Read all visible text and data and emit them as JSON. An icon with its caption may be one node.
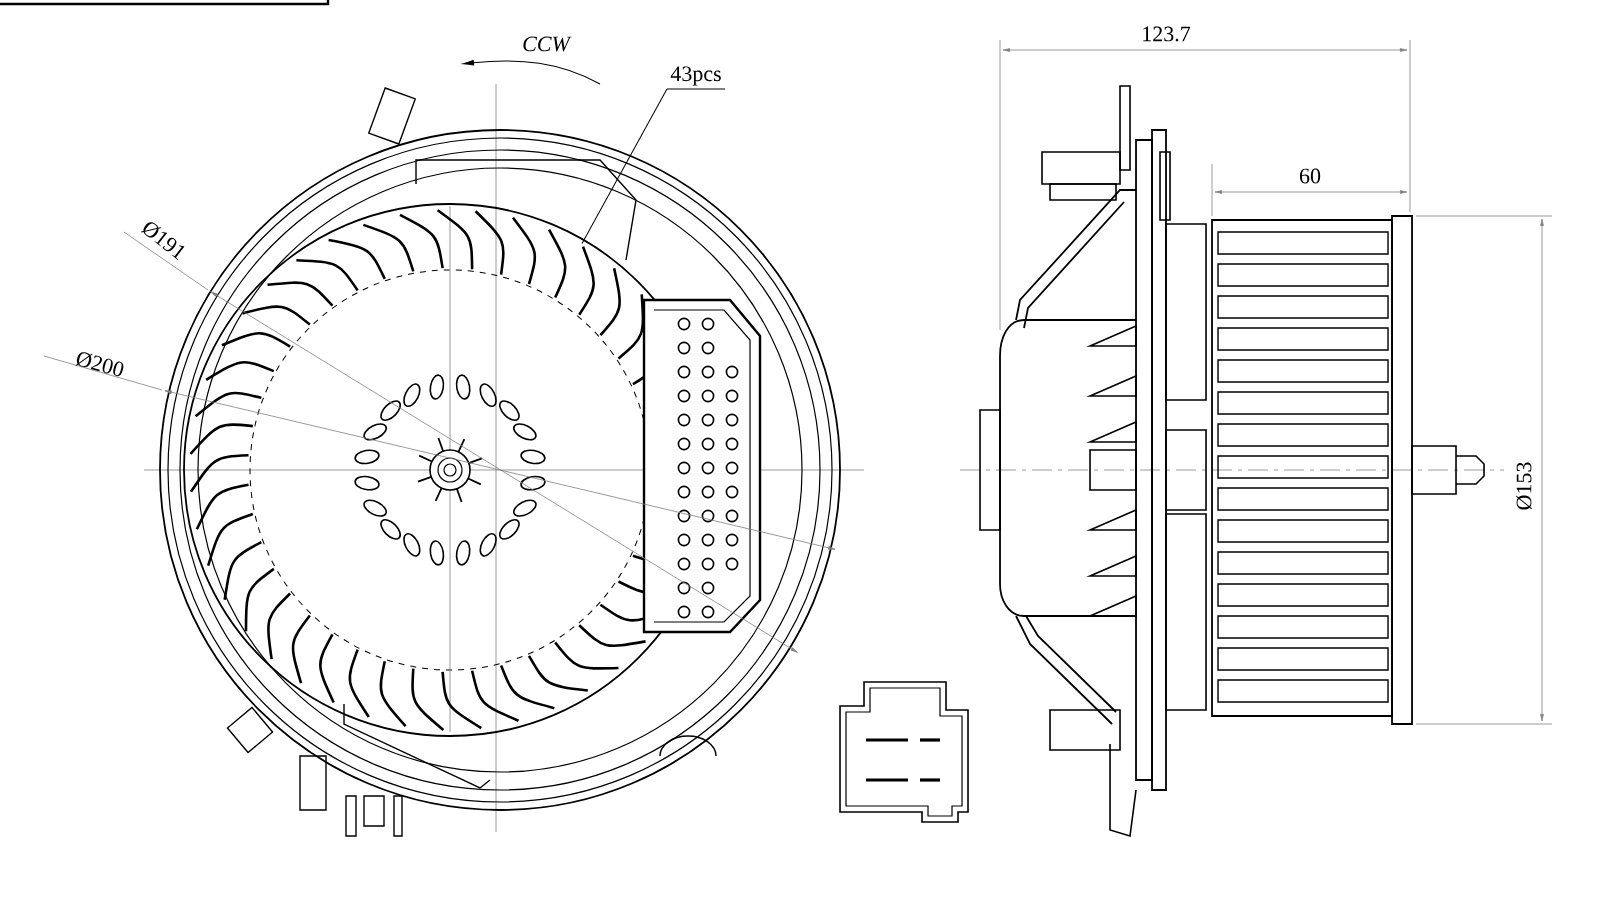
{
  "diagram": {
    "nodes": [
      {
        "text": [
          "43pcs"
        ]
      },
      {
        "text": [],
        "shape": "picture"
      }
    ],
    "edges": [
      {
        "from": 0,
        "to": 1,
        "arrow": "none"
      }
    ],
    "labels": [
      "CCW",
      "Ø191",
      "Ø200",
      "123.7",
      "60",
      "Ø153"
    ]
  }
}
